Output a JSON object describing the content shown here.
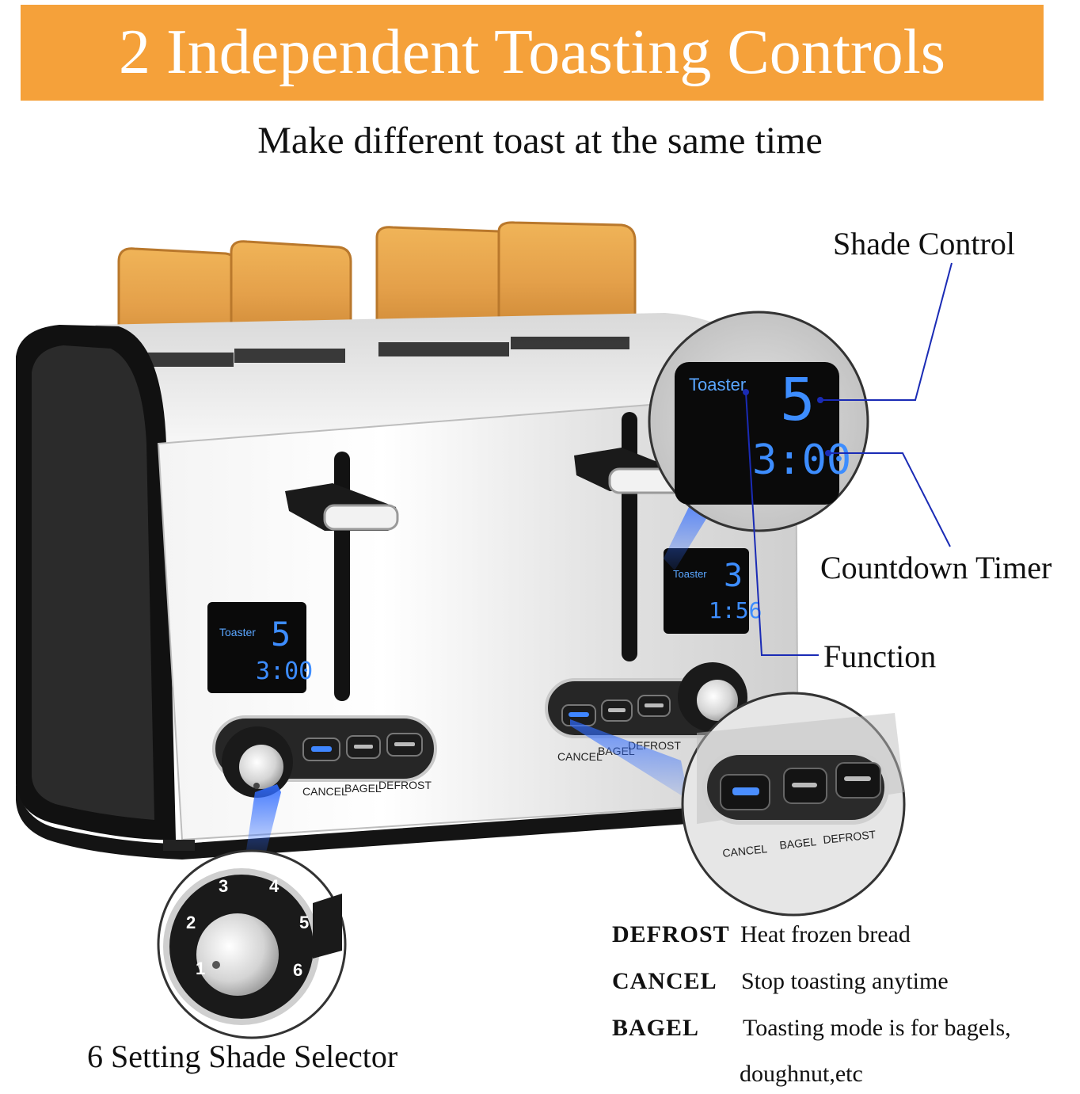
{
  "banner": {
    "title": "2 Independent Toasting Controls",
    "color": "#f5a13a"
  },
  "subtitle": "Make different toast at the same time",
  "callouts": {
    "shade_control": "Shade Control",
    "countdown_timer": "Countdown Timer",
    "function": "Function",
    "shade_selector": "6 Setting Shade Selector"
  },
  "zoom_display": {
    "mode": "Toaster",
    "shade": "5",
    "time": "3:00"
  },
  "left_display": {
    "mode": "Toaster",
    "shade": "5",
    "time": "3:00"
  },
  "right_display": {
    "mode": "Toaster",
    "shade": "3",
    "time": "1:56"
  },
  "buttons": [
    "CANCEL",
    "BAGEL",
    "DEFROST"
  ],
  "dial_numbers": [
    "1",
    "2",
    "3",
    "4",
    "5",
    "6"
  ],
  "legend": [
    {
      "term": "DEFROST",
      "desc": "Heat frozen bread"
    },
    {
      "term": "CANCEL",
      "desc": "Stop toasting anytime"
    },
    {
      "term": "BAGEL",
      "desc": "Toasting mode is for bagels,",
      "desc2": "doughnut,etc"
    }
  ],
  "colors": {
    "lcd": "#3d8dff",
    "callout_line": "#1a2bb5",
    "body_black": "#111111",
    "steel": "#e6e6e6"
  }
}
